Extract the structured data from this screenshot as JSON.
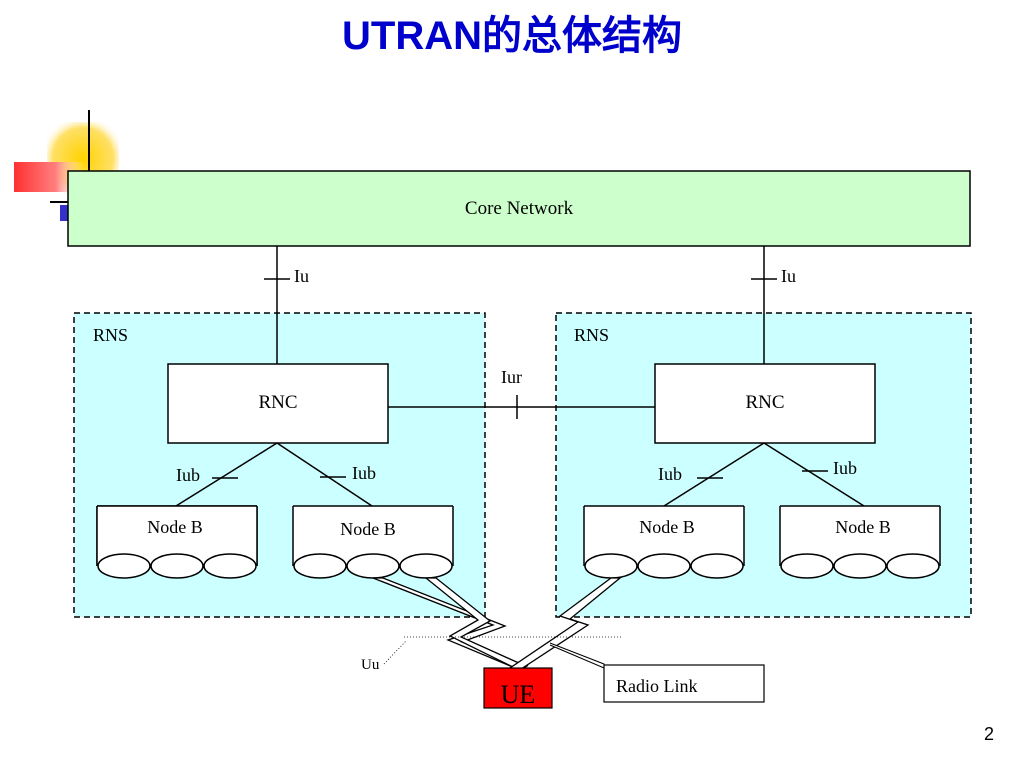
{
  "slide": {
    "title": "UTRAN的总体结构",
    "page_number": "2"
  },
  "diagram": {
    "core_network": "Core Network",
    "iu_left": "Iu",
    "iu_right": "Iu",
    "rns_left": "RNS",
    "rns_right": "RNS",
    "rnc_left": "RNC",
    "rnc_right": "RNC",
    "iur": "Iur",
    "iub_1": "Iub",
    "iub_2": "Iub",
    "iub_3": "Iub",
    "iub_4": "Iub",
    "node_b_1": "Node B",
    "node_b_2": "Node B",
    "node_b_3": "Node B",
    "node_b_4": "Node B",
    "uu": "Uu",
    "ue": "UE",
    "radio_link": "Radio Link"
  },
  "colors": {
    "title": "#0000cc",
    "core_network_fill": "#ccffcc",
    "rns_fill": "#ccffff",
    "ue_fill": "#ff0000"
  }
}
